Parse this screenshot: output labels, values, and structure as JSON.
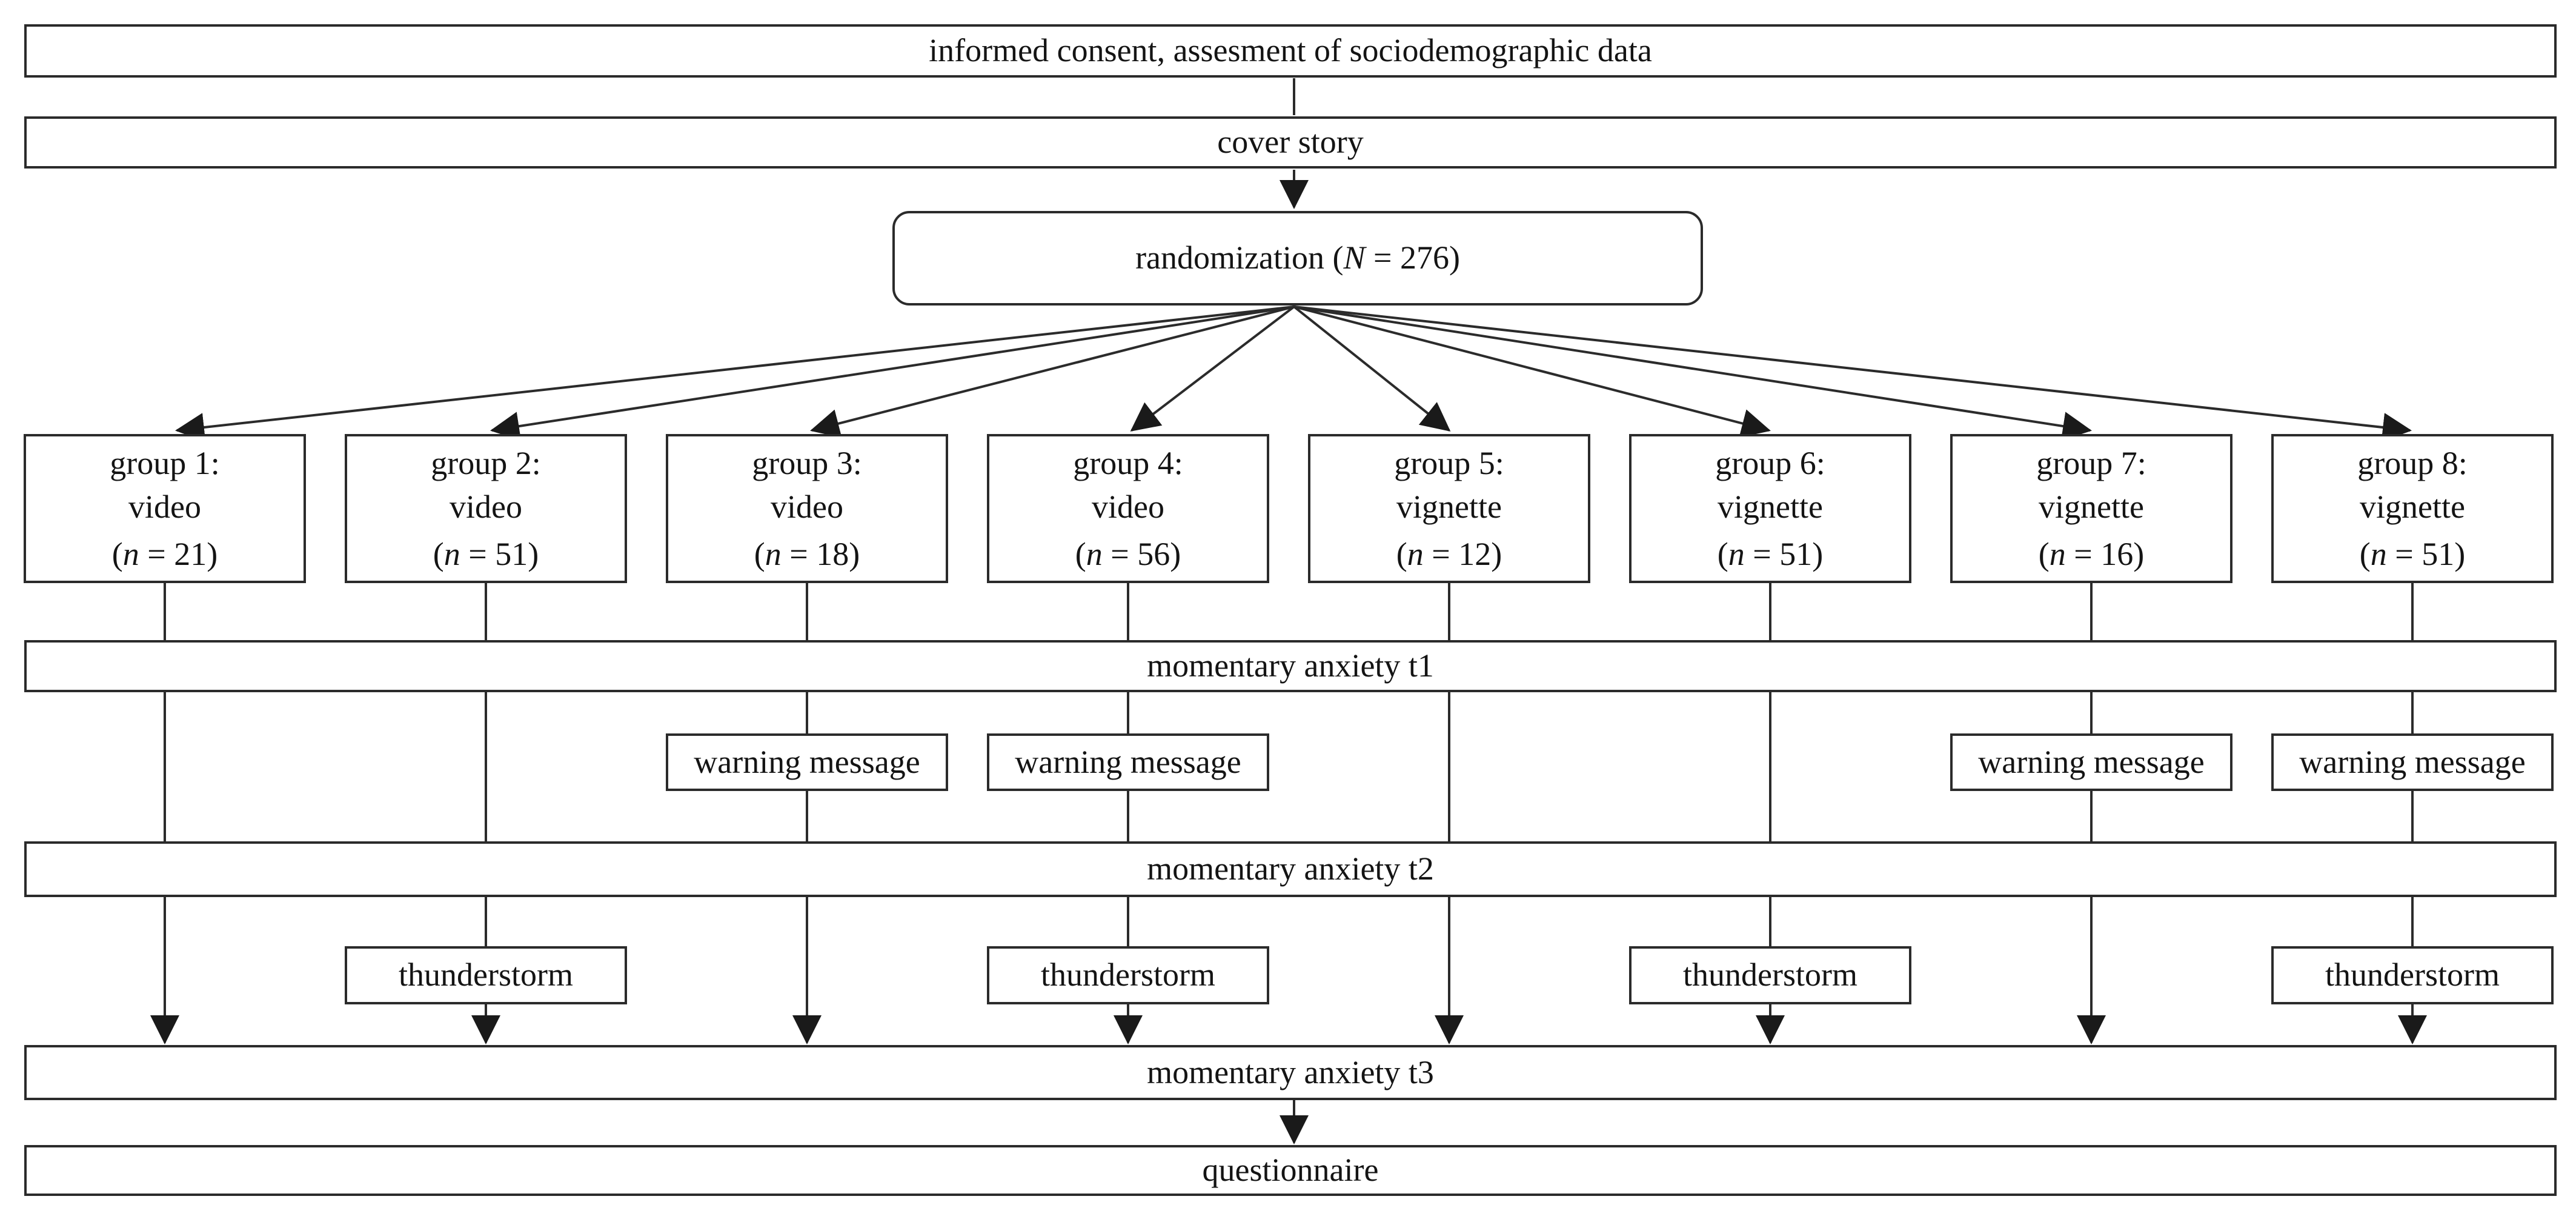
{
  "title_bars": {
    "informed_consent": "informed consent, assesment of sociodemographic data",
    "cover_story": "cover story"
  },
  "randomization": {
    "prefix": "randomization (",
    "n_symbol": "N",
    "suffix": " = 276)"
  },
  "groups": [
    {
      "title": "group 1:",
      "stimulus": "video",
      "n_prefix": "(",
      "n_symbol": "n",
      "n_suffix": " = 21)"
    },
    {
      "title": "group 2:",
      "stimulus": "video",
      "n_prefix": "(",
      "n_symbol": "n",
      "n_suffix": " = 51)"
    },
    {
      "title": "group 3:",
      "stimulus": "video",
      "n_prefix": "(",
      "n_symbol": "n",
      "n_suffix": " = 18)"
    },
    {
      "title": "group 4:",
      "stimulus": "video",
      "n_prefix": "(",
      "n_symbol": "n",
      "n_suffix": " = 56)"
    },
    {
      "title": "group 5:",
      "stimulus": "vignette",
      "n_prefix": "(",
      "n_symbol": "n",
      "n_suffix": " = 12)"
    },
    {
      "title": "group 6:",
      "stimulus": "vignette",
      "n_prefix": "(",
      "n_symbol": "n",
      "n_suffix": " = 51)"
    },
    {
      "title": "group 7:",
      "stimulus": "vignette",
      "n_prefix": "(",
      "n_symbol": "n",
      "n_suffix": " = 16)"
    },
    {
      "title": "group 8:",
      "stimulus": "vignette",
      "n_prefix": "(",
      "n_symbol": "n",
      "n_suffix": " = 51)"
    }
  ],
  "anxiety_bars": {
    "t1": "momentary anxiety t1",
    "t2": "momentary anxiety t2",
    "t3": "momentary anxiety t3"
  },
  "warning_label": "warning message",
  "thunderstorm_label": "thunderstorm",
  "questionnaire_label": "questionnaire",
  "colors": {
    "line": "#2b2b2b",
    "text": "#141414",
    "background": "#ffffff"
  }
}
